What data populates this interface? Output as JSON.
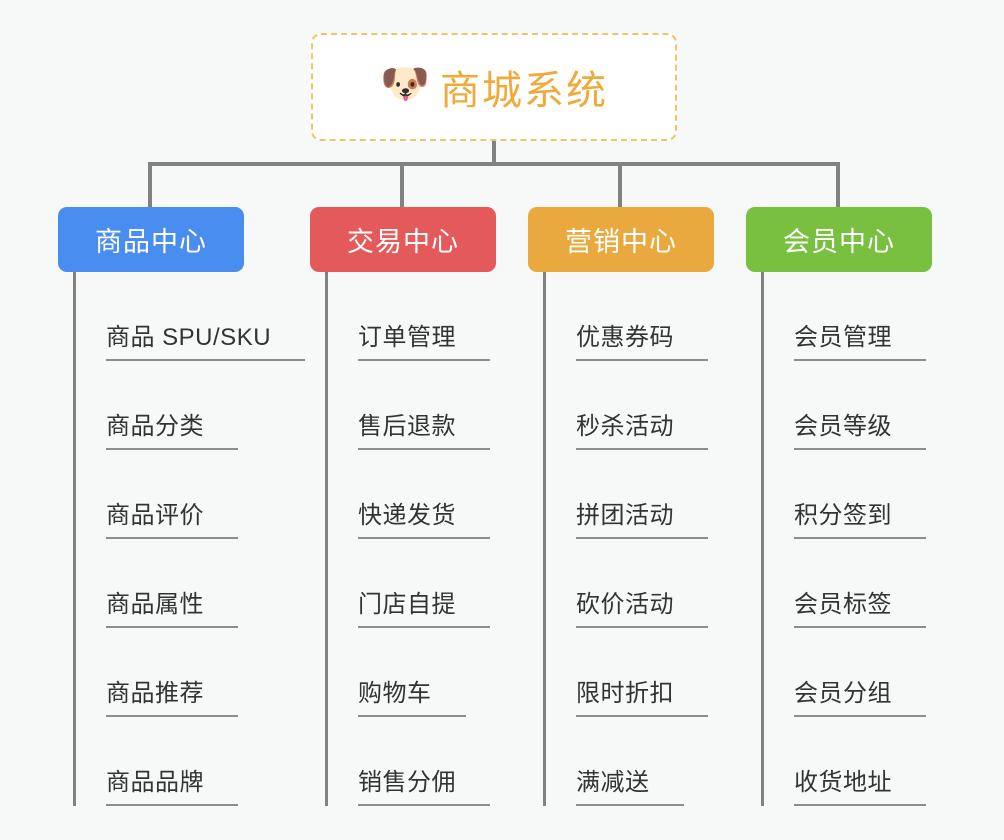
{
  "canvas": {
    "background_color": "#f7f8f8",
    "connector_color": "#828282",
    "leaf_underline_color": "#8d8d8d",
    "leaf_text_color": "#333333"
  },
  "root": {
    "title": "商城系统",
    "icon": "dog-face-emoji",
    "icon_glyph": "🐶",
    "text_color": "#eeab3b",
    "border_color": "#f3c465",
    "background_color": "#ffffff"
  },
  "branches": [
    {
      "id": "product-center",
      "label": "商品中心",
      "color": "#4a8df0",
      "leaves": [
        {
          "label": "商品 SPU/SKU"
        },
        {
          "label": "商品分类"
        },
        {
          "label": "商品评价"
        },
        {
          "label": "商品属性"
        },
        {
          "label": "商品推荐"
        },
        {
          "label": "商品品牌"
        }
      ]
    },
    {
      "id": "trade-center",
      "label": "交易中心",
      "color": "#e4595a",
      "leaves": [
        {
          "label": "订单管理"
        },
        {
          "label": "售后退款"
        },
        {
          "label": "快递发货"
        },
        {
          "label": "门店自提"
        },
        {
          "label": "购物车"
        },
        {
          "label": "销售分佣"
        }
      ]
    },
    {
      "id": "marketing-center",
      "label": "营销中心",
      "color": "#eaa93e",
      "leaves": [
        {
          "label": "优惠券码"
        },
        {
          "label": "秒杀活动"
        },
        {
          "label": "拼团活动"
        },
        {
          "label": "砍价活动"
        },
        {
          "label": "限时折扣"
        },
        {
          "label": "满减送"
        }
      ]
    },
    {
      "id": "member-center",
      "label": "会员中心",
      "color": "#79c040",
      "leaves": [
        {
          "label": "会员管理"
        },
        {
          "label": "会员等级"
        },
        {
          "label": "积分签到"
        },
        {
          "label": "会员标签"
        },
        {
          "label": "会员分组"
        },
        {
          "label": "收货地址"
        }
      ]
    }
  ]
}
